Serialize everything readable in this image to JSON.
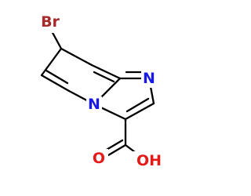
{
  "molecule": {
    "atoms": {
      "bromine": {
        "label": "Br",
        "color": "#A52A2A"
      },
      "bridgehead_nitrogen": {
        "label": "N",
        "color": "#1919E6"
      },
      "imine_nitrogen": {
        "label": "N",
        "color": "#1919E6"
      },
      "carboxyl_oxygen": {
        "label": "O",
        "color": "#E61919"
      },
      "hydroxyl": {
        "label": "OH",
        "color": "#E61919"
      }
    },
    "bond_color": "#000000"
  }
}
